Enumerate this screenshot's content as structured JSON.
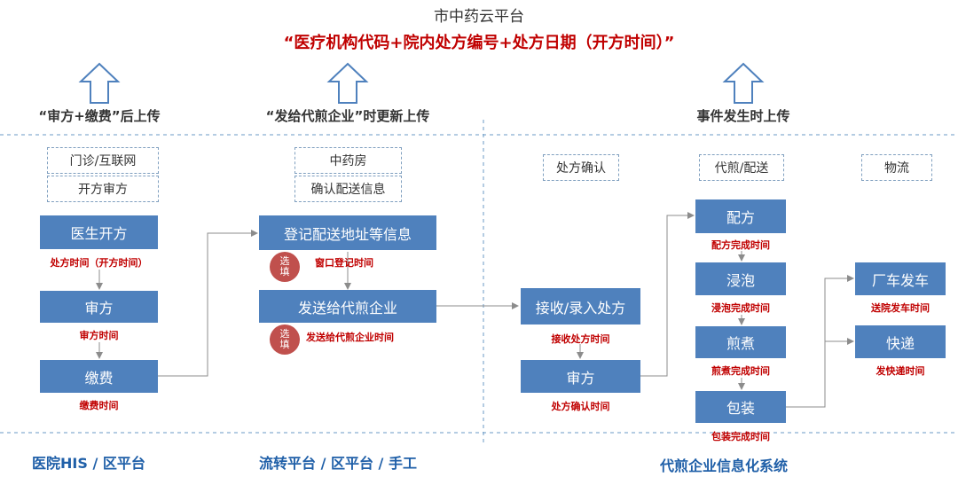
{
  "header": {
    "title": "市中药云平台",
    "subtitle": "“医疗机构代码+院内处方编号+处方日期（开方时间）”"
  },
  "upload_labels": {
    "left": "“审方+缴费”后上传",
    "middle": "“发给代煎企业”时更新上传",
    "right": "事件发生时上传"
  },
  "hospital": {
    "tag1": "门诊/互联网",
    "tag2": "开方审方",
    "nodes": [
      "医生开方",
      "审方",
      "缴费"
    ],
    "times": [
      "处方时间（开方时间）",
      "审方时间",
      "缴费时间"
    ],
    "system": "医院HIS / 区平台"
  },
  "pharmacy": {
    "tag1": "中药房",
    "tag2": "确认配送信息",
    "nodes": [
      "登记配送地址等信息",
      "发送给代煎企业"
    ],
    "badge": "选填",
    "times": [
      "窗口登记时间",
      "发送给代煎企业时间"
    ],
    "system": "流转平台 / 区平台 / 手工"
  },
  "decoction": {
    "tags": [
      "处方确认",
      "代煎/配送",
      "物流"
    ],
    "confirm_nodes": [
      "接收/录入处方",
      "审方"
    ],
    "confirm_times": [
      "接收处方时间",
      "处方确认时间"
    ],
    "process_nodes": [
      "配方",
      "浸泡",
      "煎煮",
      "包装"
    ],
    "process_times": [
      "配方完成时间",
      "浸泡完成时间",
      "煎煮完成时间",
      "包装完成时间"
    ],
    "logistics_nodes": [
      "厂车发车",
      "快递"
    ],
    "logistics_times": [
      "送院发车时间",
      "发快递时间"
    ],
    "system": "代煎企业信息化系统"
  },
  "colors": {
    "node": "#4f81bd",
    "time_text": "#c00000",
    "badge": "#c0504d",
    "system_text": "#1f5fa8"
  }
}
